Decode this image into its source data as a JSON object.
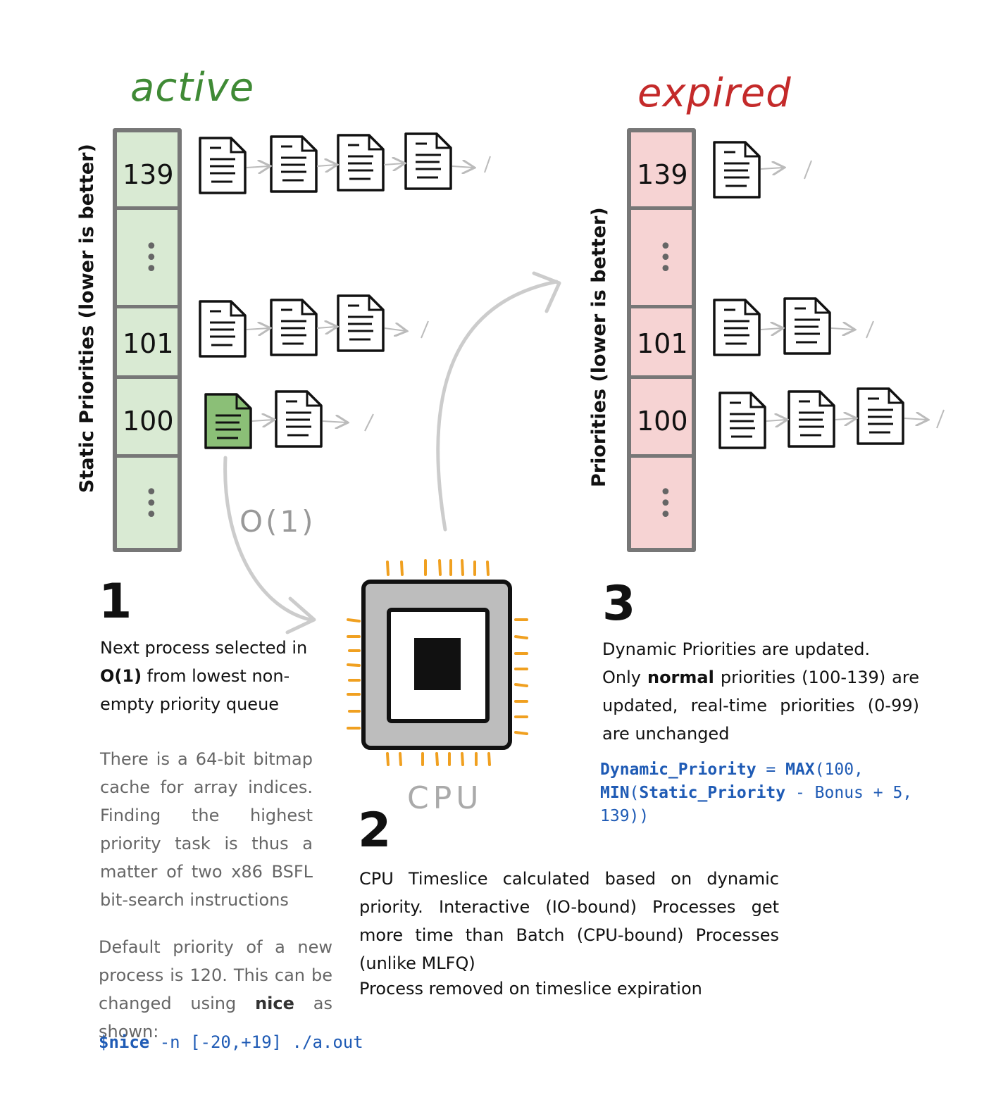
{
  "active": {
    "title": "active",
    "axis_label": "Static Priorities (lower is better)",
    "rows": [
      {
        "label": "139"
      },
      {
        "label": "⋮"
      },
      {
        "label": "101"
      },
      {
        "label": "100"
      },
      {
        "label": "⋮"
      }
    ]
  },
  "expired": {
    "title": "expired",
    "axis_label": "Priorities (lower is better)",
    "rows": [
      {
        "label": "139"
      },
      {
        "label": "⋮"
      },
      {
        "label": "101"
      },
      {
        "label": "100"
      },
      {
        "label": "⋮"
      }
    ]
  },
  "colors": {
    "active_fill": "#d9ead3",
    "expired_fill": "#f6d3d3",
    "active_title": "#3f8a35",
    "expired_title": "#c42a2a",
    "selected_process": "#8bbf77",
    "cpu_pins": "#f0a020",
    "code_blue": "#1f5bb5"
  },
  "flow": {
    "o1_label": "O(1)",
    "cpu_label": "CPU"
  },
  "step1": {
    "number": "1",
    "line1": "Next process selected in",
    "line2_bold": "O(1)",
    "line2_rest": " from lowest non-",
    "line3": "empty priority queue",
    "note": "There is a 64-bit bitmap cache for array indices. Finding the highest priority task is thus a matter of two x86 BSFL bit-search instructions",
    "default_pre": "Default priority of a new process is 120. This can be changed using ",
    "default_bold": "nice",
    "default_post": " as shown:",
    "cmd_bold": "$nice",
    "cmd_rest": " -n [-20,+19] ./a.out"
  },
  "step2": {
    "number": "2",
    "text": "CPU Timeslice calculated based on dynamic priority. Interactive (IO-bound) Processes get more time than Batch (CPU-bound) Processes (unlike MLFQ)",
    "text2": "Process removed on timeslice expiration"
  },
  "step3": {
    "number": "3",
    "line1": "Dynamic Priorities are updated.",
    "line2_pre": "Only ",
    "line2_bold": "normal",
    "line2_post": " priorities (100-139) are updated, real-time priorities (0-99) are unchanged",
    "formula_a": "Dynamic_Priority",
    "formula_b": " = ",
    "formula_c": "MAX",
    "formula_d": "(100, ",
    "formula_e": "MIN",
    "formula_f": "(",
    "formula_g": "Static_Priority",
    "formula_h": " - Bonus + 5, 139))"
  }
}
